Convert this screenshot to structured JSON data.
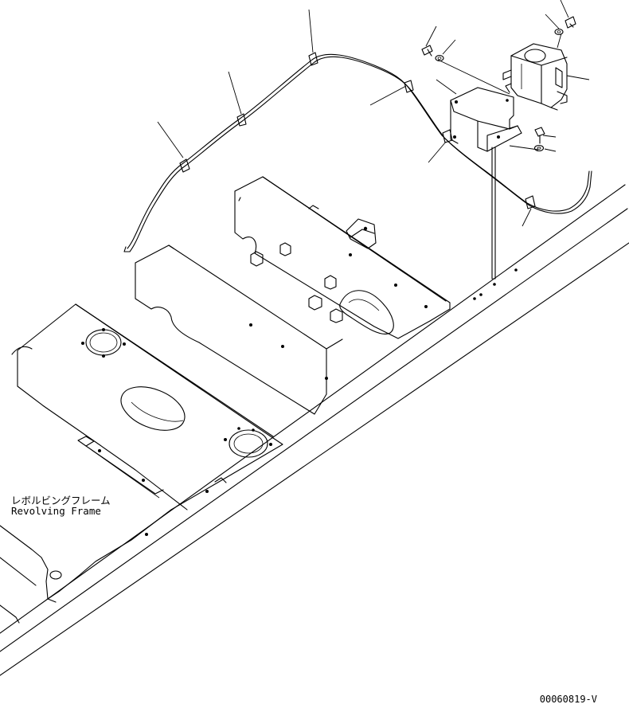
{
  "diagram": {
    "frame_label_jp": "レボルビングフレーム",
    "frame_label_en": "Revolving Frame",
    "drawing_code": "00060819-V"
  }
}
